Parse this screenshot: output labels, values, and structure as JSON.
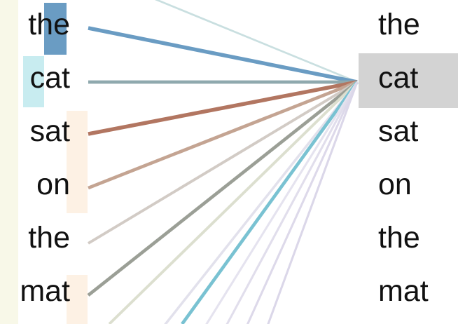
{
  "left_tokens": [
    "the",
    "cat",
    "sat",
    "on",
    "the",
    "mat"
  ],
  "right_tokens": [
    "the",
    "cat",
    "sat",
    "on",
    "the",
    "mat"
  ],
  "highlighted_right_token": "cat",
  "colors": {
    "left_strip": "#f8f8e8",
    "right_highlight": "#d3d3d3",
    "token_text": "#111111"
  },
  "attention": [
    {
      "color": "#c9dfe0",
      "weight": 0.3
    },
    {
      "color": "#6a9cc3",
      "weight": 1.0
    },
    {
      "color": "#8fa9ae",
      "weight": 0.8
    },
    {
      "color": "#b27661",
      "weight": 1.0
    },
    {
      "color": "#c4a492",
      "weight": 0.8
    },
    {
      "color": "#d2cbc5",
      "weight": 0.6
    },
    {
      "color": "#9b9f96",
      "weight": 0.8
    },
    {
      "color": "#dcdfcf",
      "weight": 0.6
    },
    {
      "color": "#e2e1ec",
      "weight": 0.5
    },
    {
      "color": "#79c2d2",
      "weight": 0.8
    },
    {
      "color": "#e5e3ef",
      "weight": 0.4
    },
    {
      "color": "#e1deec",
      "weight": 0.4
    },
    {
      "color": "#ddd9ea",
      "weight": 0.4
    },
    {
      "color": "#dbd7e9",
      "weight": 0.4
    }
  ],
  "head_marks": [
    {
      "color": "#6a9cc3"
    },
    {
      "color": "#c8ecf0"
    },
    {
      "color": "#fdf1e4"
    },
    {
      "color": "#fdf1e4"
    }
  ]
}
